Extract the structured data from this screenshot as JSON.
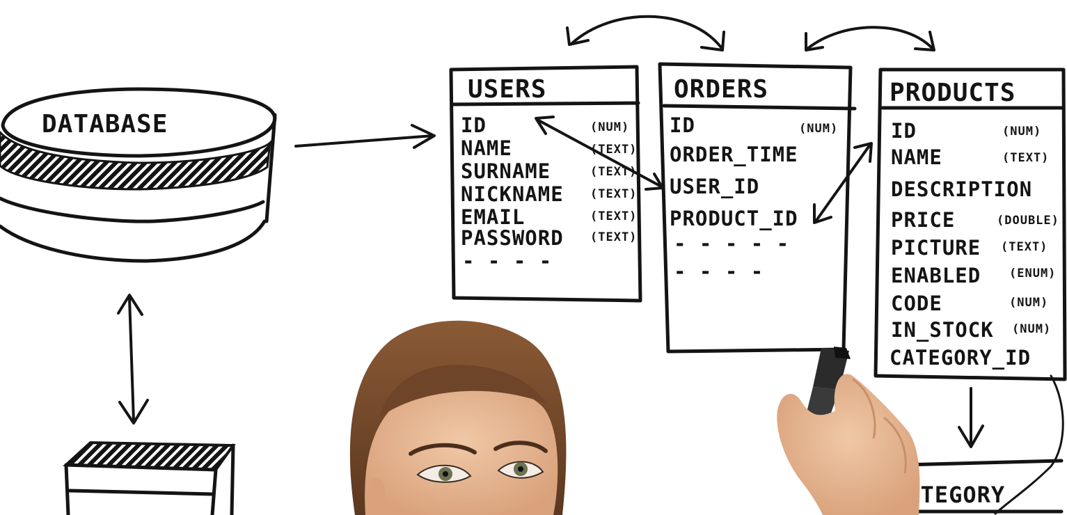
{
  "database": {
    "label": "DATABASE"
  },
  "tables": {
    "users": {
      "title": "USERS",
      "fields": [
        {
          "name": "ID",
          "type": "(NUM)"
        },
        {
          "name": "NAME",
          "type": "(TEXT)"
        },
        {
          "name": "SURNAME",
          "type": "(TEXT)"
        },
        {
          "name": "NICKNAME",
          "type": "(TEXT)"
        },
        {
          "name": "EMAIL",
          "type": "(TEXT)"
        },
        {
          "name": "PASSWORD",
          "type": "(TEXT)"
        }
      ],
      "more": "- - - -"
    },
    "orders": {
      "title": "ORDERS",
      "fields": [
        {
          "name": "ID",
          "type": "(NUM)"
        },
        {
          "name": "ORDER_TIME",
          "type": ""
        },
        {
          "name": "USER_ID",
          "type": ""
        },
        {
          "name": "PRODUCT_ID",
          "type": ""
        }
      ],
      "more": [
        "- - - - -",
        "- - - -"
      ]
    },
    "products": {
      "title": "PRODUCTS",
      "fields": [
        {
          "name": "ID",
          "type": "(NUM)"
        },
        {
          "name": "NAME",
          "type": "(TEXT)"
        },
        {
          "name": "DESCRIPTION",
          "type": ""
        },
        {
          "name": "PRICE",
          "type": "(DOUBLE)"
        },
        {
          "name": "PICTURE",
          "type": "(TEXT)"
        },
        {
          "name": "ENABLED",
          "type": "(ENUM)"
        },
        {
          "name": "CODE",
          "type": "(NUM)"
        },
        {
          "name": "IN_STOCK",
          "type": "(NUM)"
        },
        {
          "name": "CATEGORY_ID",
          "type": ""
        }
      ]
    },
    "category": {
      "title": "CATEGORY"
    }
  },
  "colors": {
    "ink": "#141414",
    "hair": "#7a4f2e",
    "skin": "#e6b894",
    "marker": "#2b2b2b",
    "background": "#ffffff"
  }
}
